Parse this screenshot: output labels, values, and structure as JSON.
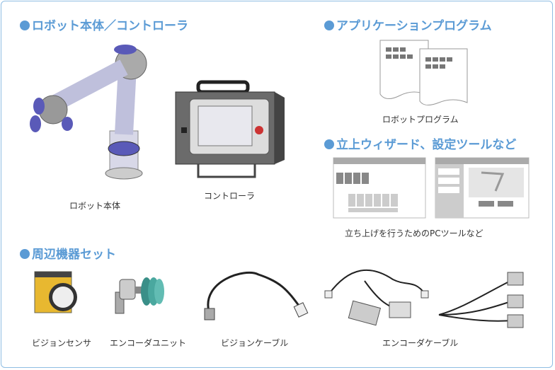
{
  "sections": {
    "robot": {
      "title": "ロボット本体／コントローラ",
      "items": [
        "ロボット本体",
        "コントローラ"
      ]
    },
    "app": {
      "title": "アプリケーションプログラム",
      "items": [
        "ロボットプログラム"
      ]
    },
    "wizard": {
      "title": "立上ウィザード、設定ツールなど",
      "items": [
        "立ち上げを行うためのPCツールなど"
      ]
    },
    "peripherals": {
      "title": "周辺機器セット",
      "items": [
        "ビジョンセンサ",
        "エンコーダユニット",
        "ビジョンケーブル",
        "エンコーダケーブル"
      ]
    }
  },
  "colors": {
    "accent": "#5b9bd5",
    "border": "#8fbde3"
  }
}
